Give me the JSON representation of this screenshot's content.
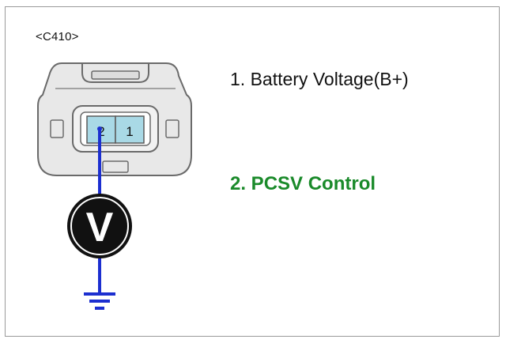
{
  "connector": {
    "id_label": "<C410>",
    "pins": [
      {
        "number": "2"
      },
      {
        "number": "1"
      }
    ]
  },
  "pin_descriptions": [
    {
      "text": "1. Battery Voltage(B+)",
      "color": "#111111"
    },
    {
      "text": "2. PCSV Control",
      "color": "#1a8a2a"
    }
  ],
  "meter": {
    "symbol": "V"
  },
  "colors": {
    "wire": "#1c2fd0",
    "pin_fill": "#a9d9e6",
    "connector_fill": "#e8e8e8",
    "connector_stroke": "#6a6a6a",
    "highlight": "#1a8a2a"
  }
}
